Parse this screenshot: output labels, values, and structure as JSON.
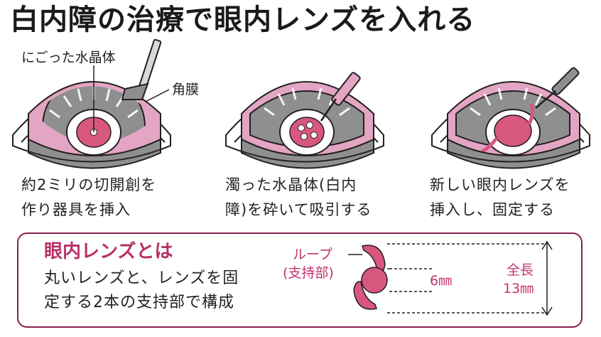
{
  "title": "白内障の治療で眼内レンズを入れる",
  "labels": {
    "lens": "にごった水晶体",
    "cornea": "角膜"
  },
  "steps": [
    {
      "line1": "約2ミリの切開創を",
      "line2": "作り器具を挿入"
    },
    {
      "line1": "濁った水晶体(白内",
      "line2": "障)を砕いて吸引する"
    },
    {
      "line1": "新しい眼内レンズを",
      "line2": "挿入し、固定する"
    }
  ],
  "info": {
    "heading": "眼内レンズとは",
    "line1": "丸いレンズと、レンズを固",
    "line2": "定する2本の支持部で構成"
  },
  "lens_diagram": {
    "loop_line1": "ループ",
    "loop_line2": "(支持部)",
    "optic_size": "6㎜",
    "total_label": "全長",
    "total_size": "13㎜"
  },
  "colors": {
    "pink": "#e3a5c4",
    "deep_pink": "#d8577f",
    "accent": "#b83067",
    "border": "#8a2050",
    "iris_gray": "#8f8f8f"
  }
}
